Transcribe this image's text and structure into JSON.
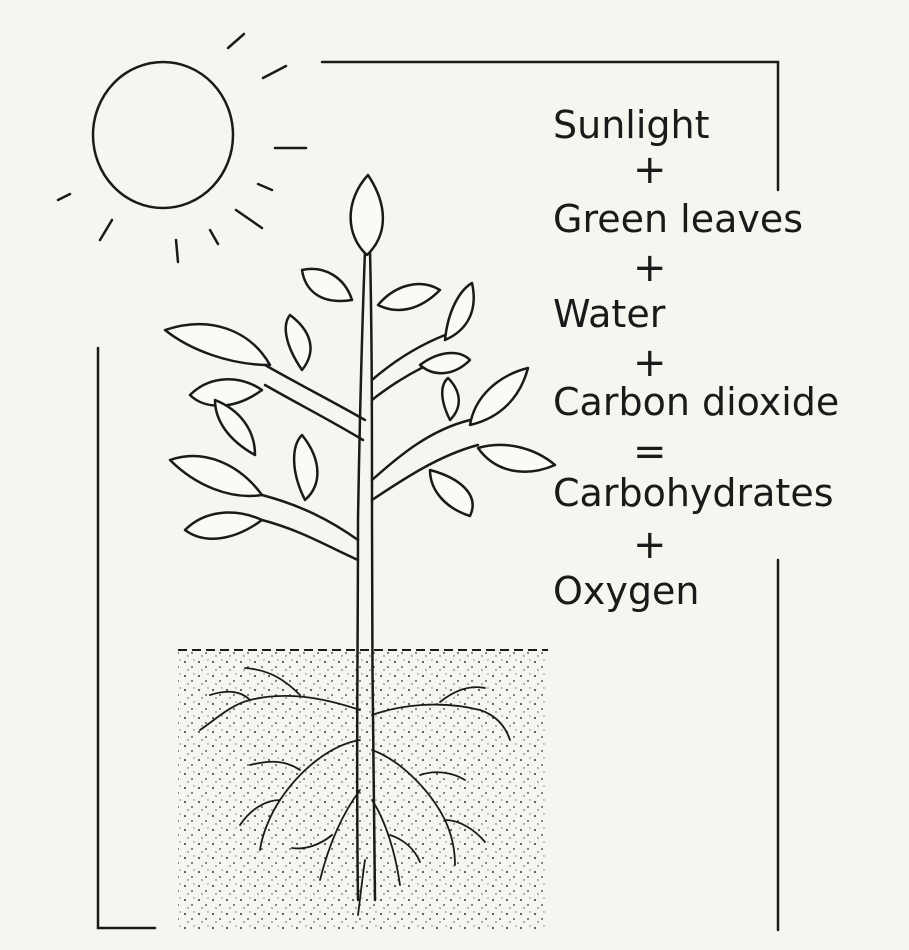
{
  "equation": {
    "sunlight": "Sunlight",
    "plus_1": "+",
    "green_leaves": "Green leaves",
    "plus_2": "+",
    "water": "Water",
    "plus_3": "+",
    "carbon_dioxide": "Carbon dioxide",
    "equals": "=",
    "carbohydrates": "Carbohydrates",
    "plus_4": "+",
    "oxygen": "Oxygen"
  },
  "colors": {
    "ink": "#1a1a1a",
    "paper": "#f7f5f0"
  }
}
